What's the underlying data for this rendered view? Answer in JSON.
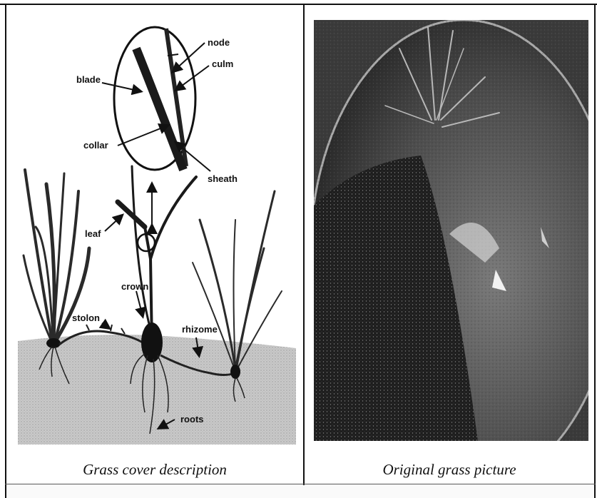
{
  "figure_left": {
    "labels": {
      "node": "node",
      "culm": "culm",
      "blade": "blade",
      "collar": "collar",
      "sheath": "sheath",
      "leaf": "leaf",
      "crown": "crown",
      "stolon": "stolon",
      "rhizome": "rhizome",
      "roots": "roots"
    }
  },
  "captions": {
    "left": "Grass cover description",
    "right": "Original grass picture"
  }
}
